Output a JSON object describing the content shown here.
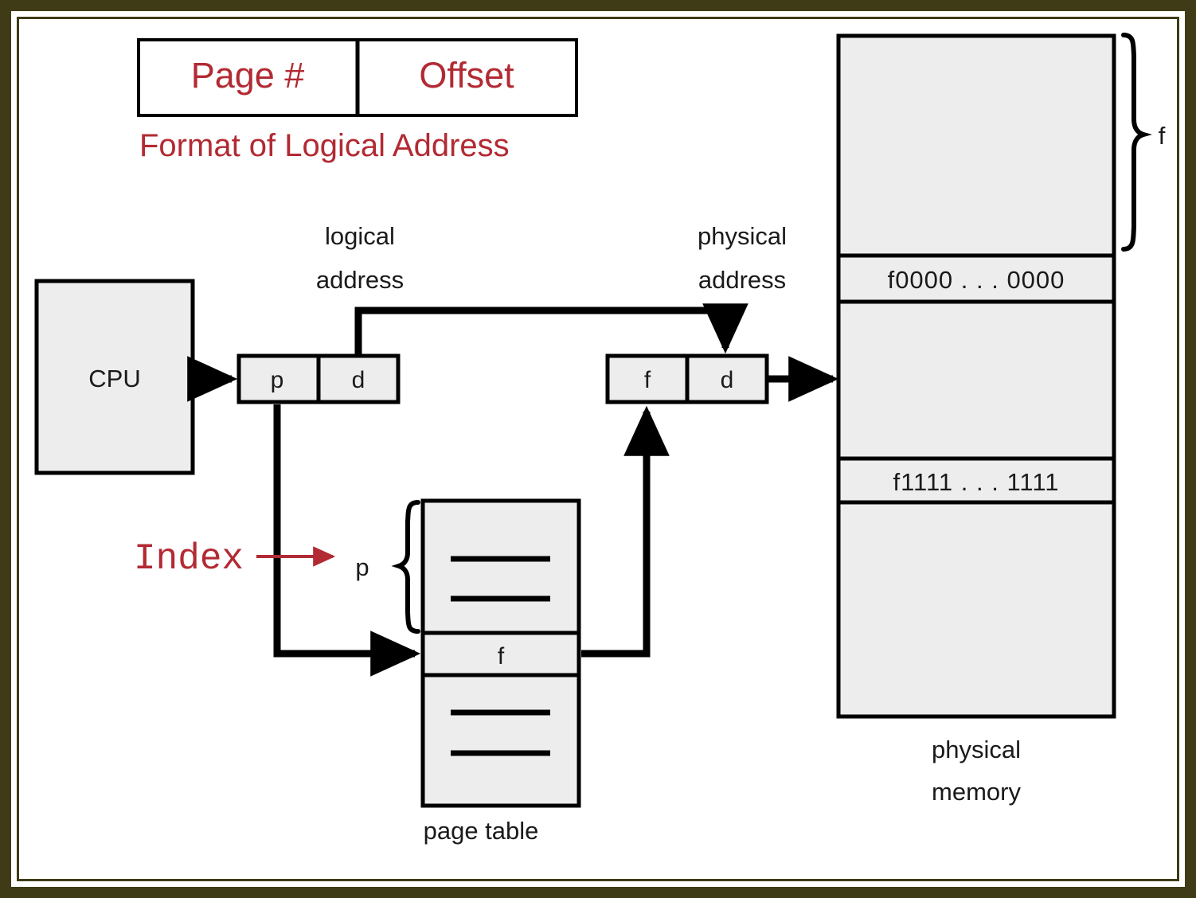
{
  "slide": {
    "frame_color": "#3F3B16",
    "accent_color": "#B22A33",
    "box_fill": "#EDEDED"
  },
  "header": {
    "page_field_label": "Page #",
    "offset_field_label": "Offset",
    "caption": "Format of Logical Address"
  },
  "annotations": {
    "index_label": "Index"
  },
  "diagram": {
    "cpu_label": "CPU",
    "logical_address_label_line1": "logical",
    "logical_address_label_line2": "address",
    "physical_address_label_line1": "physical",
    "physical_address_label_line2": "address",
    "logical_cells": [
      "p",
      "d"
    ],
    "physical_cells": [
      "f",
      "d"
    ],
    "page_table_index_label": "p",
    "page_table_entry_label": "f",
    "page_table_caption": "page table",
    "memory_frame_brace_label": "f",
    "memory_rows": [
      "f0000 . . . 0000",
      "f1111 . . . 1111"
    ],
    "memory_caption_line1": "physical",
    "memory_caption_line2": "memory"
  }
}
